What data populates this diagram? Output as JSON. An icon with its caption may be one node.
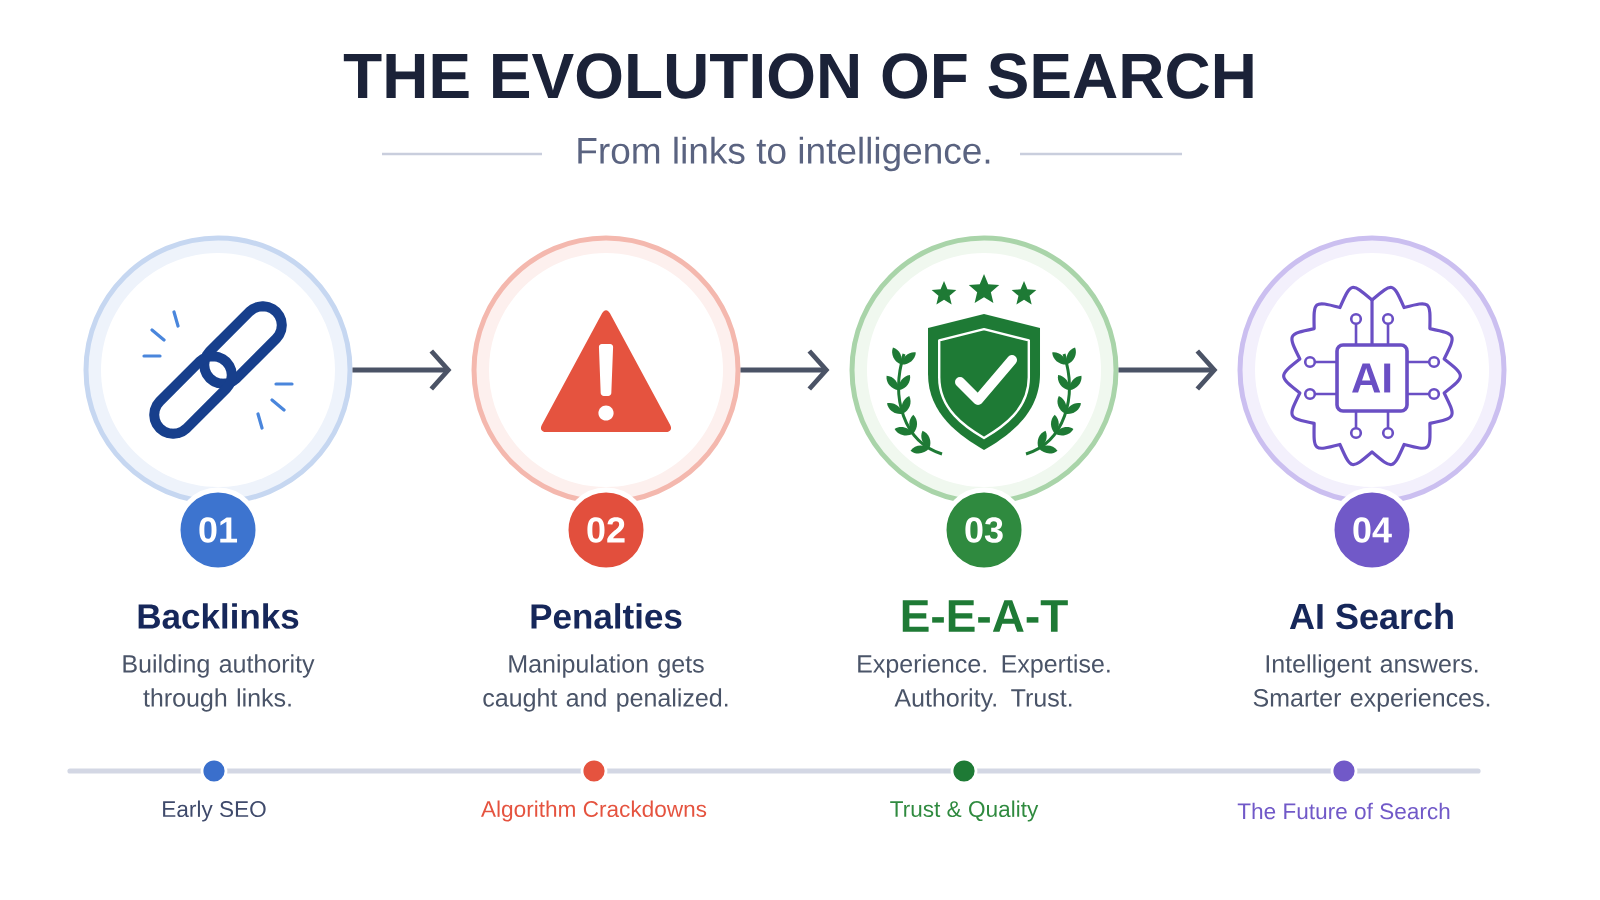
{
  "diagram": {
    "title": "THE EVOLUTION OF SEARCH",
    "nodes": [
      {
        "text": [],
        "shape": "circle",
        "beside": [
          "Backlinks",
          "Building authority through links."
        ]
      },
      {
        "text": [
          "01"
        ]
      },
      {
        "text": [],
        "shape": "circle",
        "beside": [
          "Penalties",
          "Manipulation gets caught and penalized."
        ]
      },
      {
        "text": [
          "02"
        ]
      },
      {
        "text": [],
        "shape": "circle",
        "beside": [
          "E-E-A-T",
          "Experience. Expertise. Authority. Trust."
        ]
      },
      {
        "text": [
          "03"
        ]
      },
      {
        "text": [],
        "shape": "circle",
        "beside": [
          "AI Search",
          "Intelligent answers. Smarter experiences."
        ]
      },
      {
        "text": [
          "AI"
        ],
        "in": 6
      },
      {
        "text": [
          "04"
        ]
      }
    ],
    "edges": [
      {
        "from": 0,
        "to": 2,
        "arrow": "to"
      },
      {
        "from": 2,
        "to": 4,
        "arrow": "to"
      },
      {
        "from": 4,
        "to": 6,
        "arrow": "to"
      }
    ],
    "labels": [
      "From links to intelligence.",
      "Early SEO",
      "Algorithm Crackdowns",
      "Trust & Quality",
      "The Future of Search"
    ]
  }
}
